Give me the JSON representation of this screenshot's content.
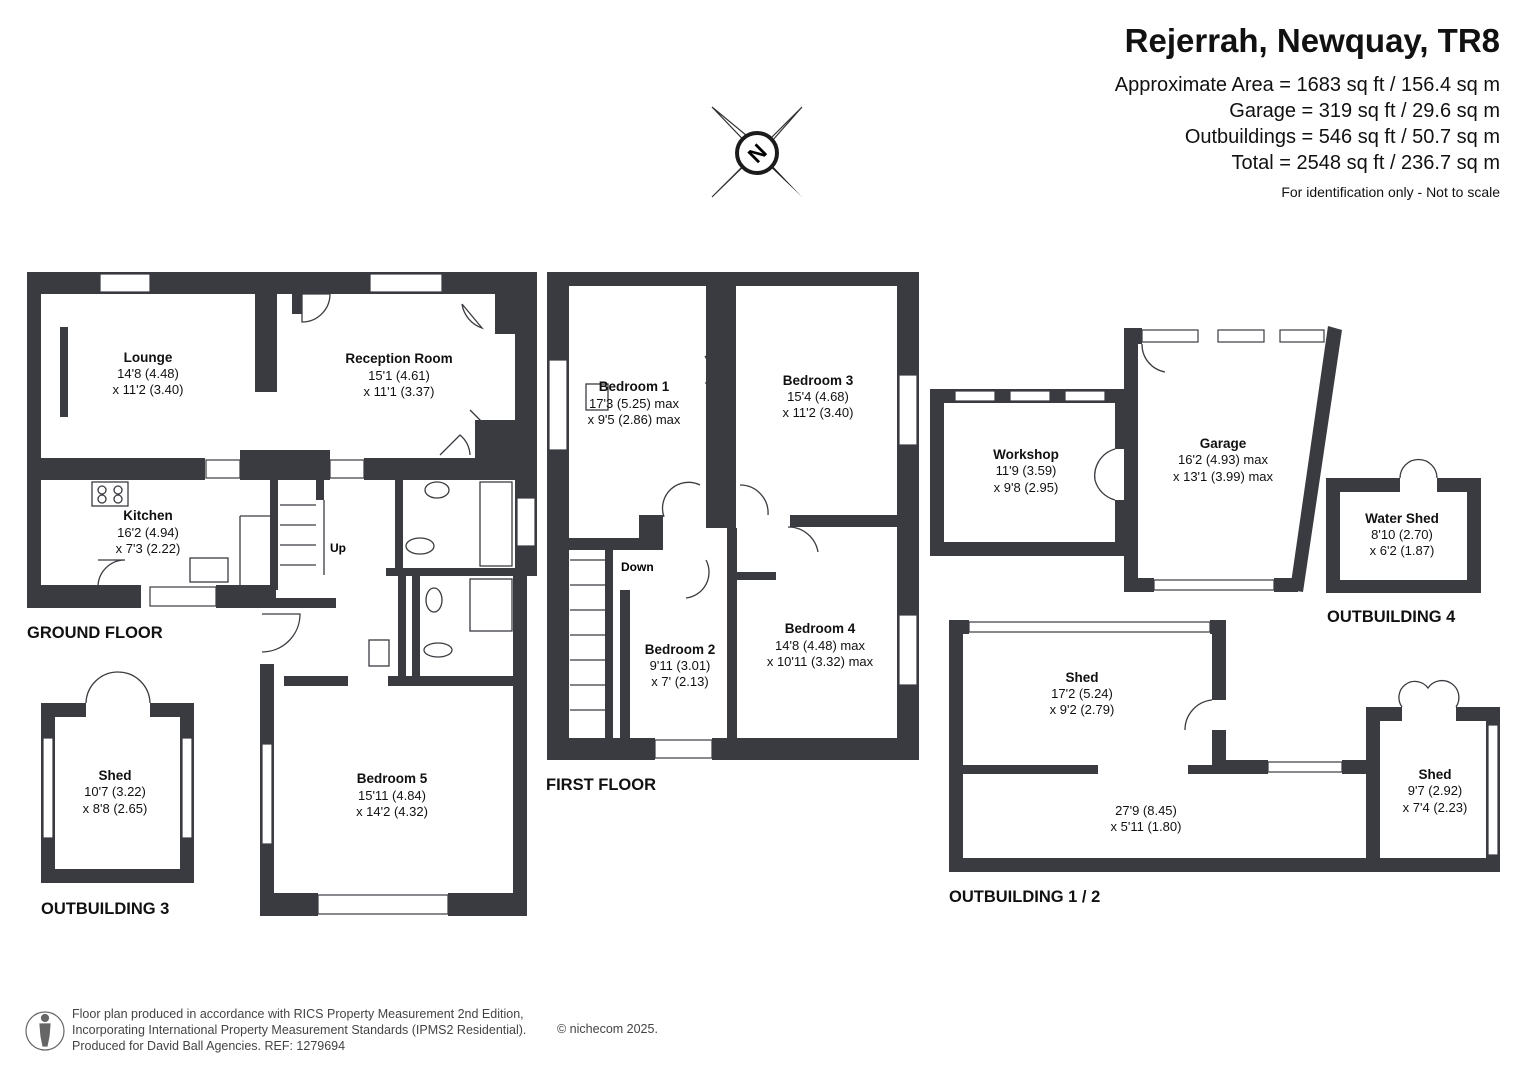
{
  "header": {
    "title": "Rejerrah, Newquay, TR8",
    "approx_area": "Approximate Area = 1683 sq ft / 156.4 sq m",
    "garage": "Garage = 319 sq ft / 29.6 sq m",
    "outbuildings": "Outbuildings = 546 sq ft / 50.7 sq m",
    "total": "Total = 2548 sq ft / 236.7 sq m",
    "note": "For identification only - Not to scale"
  },
  "compass": {
    "label": "N"
  },
  "floors": {
    "ground": "GROUND FLOOR",
    "first": "FIRST FLOOR",
    "outbuilding_1_2": "OUTBUILDING 1 / 2",
    "outbuilding_3": "OUTBUILDING 3",
    "outbuilding_4": "OUTBUILDING 4"
  },
  "stairs": {
    "up": "Up",
    "down": "Down"
  },
  "rooms": {
    "lounge": {
      "name": "Lounge",
      "dim1": "14'8 (4.48)",
      "dim2": "x 11'2 (3.40)"
    },
    "reception": {
      "name": "Reception Room",
      "dim1": "15'1 (4.61)",
      "dim2": "x 11'1 (3.37)"
    },
    "kitchen": {
      "name": "Kitchen",
      "dim1": "16'2 (4.94)",
      "dim2": "x 7'3 (2.22)"
    },
    "bedroom5": {
      "name": "Bedroom 5",
      "dim1": "15'11 (4.84)",
      "dim2": "x 14'2 (4.32)"
    },
    "bedroom1": {
      "name": "Bedroom 1",
      "dim1": "17'3 (5.25) max",
      "dim2": "x 9'5 (2.86) max"
    },
    "bedroom3": {
      "name": "Bedroom 3",
      "dim1": "15'4 (4.68)",
      "dim2": "x 11'2 (3.40)"
    },
    "bedroom2": {
      "name": "Bedroom 2",
      "dim1": "9'11 (3.01)",
      "dim2": "x 7' (2.13)"
    },
    "bedroom4": {
      "name": "Bedroom 4",
      "dim1": "14'8 (4.48) max",
      "dim2": "x 10'11 (3.32) max"
    },
    "workshop": {
      "name": "Workshop",
      "dim1": "11'9 (3.59)",
      "dim2": "x 9'8 (2.95)"
    },
    "garage": {
      "name": "Garage",
      "dim1": "16'2 (4.93) max",
      "dim2": "x 13'1 (3.99) max"
    },
    "water_shed": {
      "name": "Water Shed",
      "dim1": "8'10 (2.70)",
      "dim2": "x 6'2 (1.87)"
    },
    "shed_ob3": {
      "name": "Shed",
      "dim1": "10'7 (3.22)",
      "dim2": "x 8'8 (2.65)"
    },
    "shed_ob1": {
      "name": "Shed",
      "dim1": "17'2 (5.24)",
      "dim2": "x 9'2 (2.79)"
    },
    "shed_ob1_lower": {
      "dim1": "27'9 (8.45)",
      "dim2": "x 5'11 (1.80)"
    },
    "shed_ob2": {
      "name": "Shed",
      "dim1": "9'7 (2.92)",
      "dim2": "x 7'4 (2.23)"
    }
  },
  "footer": {
    "line1": "Floor plan produced in accordance with RICS Property Measurement 2nd Edition,",
    "line2": "Incorporating International Property Measurement Standards (IPMS2 Residential).",
    "line3": "Produced for David Ball Agencies.   REF:  1279694",
    "credit": "© nichecom 2025."
  },
  "colors": {
    "wall": "#3a3b40",
    "paper": "#ffffff",
    "text": "#111111"
  }
}
